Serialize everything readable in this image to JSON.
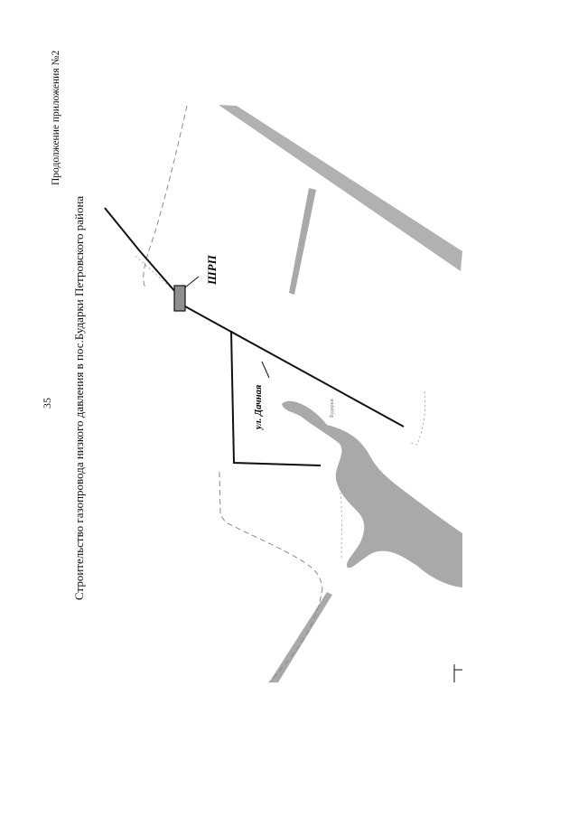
{
  "page_number": "35",
  "appendix_note": "Продолжение приложения №2",
  "title": "Строительство газопровода низкого давления в пос.Бударки Петровского района",
  "map": {
    "station_label": "ШРП",
    "street_label": "ул. Дачная",
    "small_street_label": "Бударки",
    "colors": {
      "pipeline": "#111111",
      "water": "#a9a9a9",
      "road_dashed": "#8a8a8a"
    }
  }
}
